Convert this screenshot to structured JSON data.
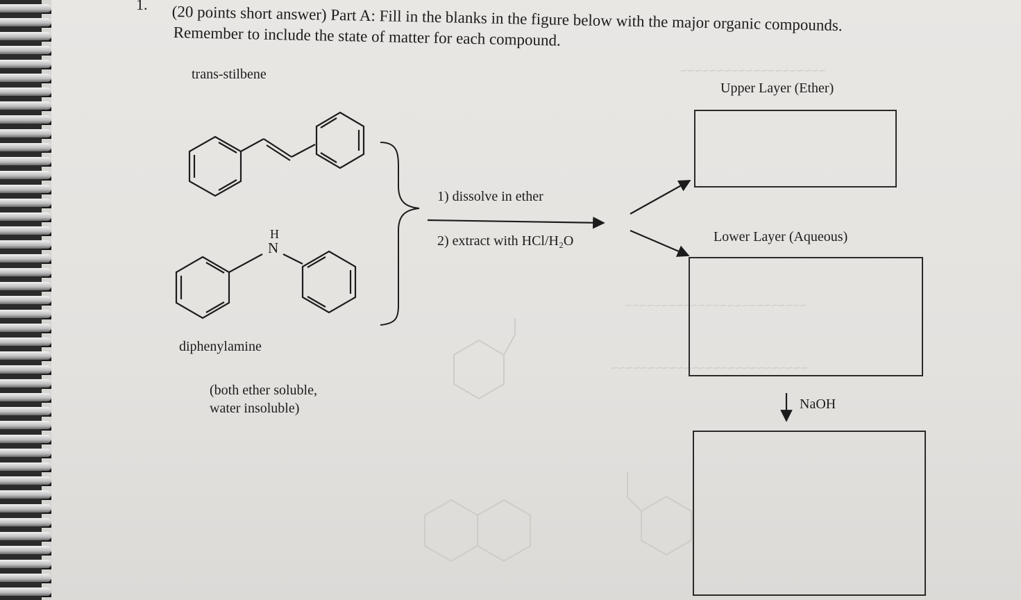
{
  "question": {
    "number": "1.",
    "line1": "(20 points short answer) Part A: Fill in the blanks in the figure below with the major organic compounds.",
    "line2": "Remember to include the state of matter for each compound."
  },
  "compounds": {
    "compound1_name": "trans-stilbene",
    "compound2_name": "diphenylamine",
    "amine_label": "N",
    "amine_h": "H",
    "solubility_note_line1": "(both ether soluble,",
    "solubility_note_line2": "water insoluble)"
  },
  "steps": {
    "step1": "1) dissolve in ether",
    "step2": "2) extract with HCl/H₂O"
  },
  "layers": {
    "upper": "Upper Layer (Ether)",
    "lower": "Lower Layer (Aqueous)"
  },
  "reagent": "NaOH",
  "colors": {
    "ink": "#1c1c1c",
    "bleed_through": "#cfccc8",
    "paper": "#e6e3e0"
  }
}
